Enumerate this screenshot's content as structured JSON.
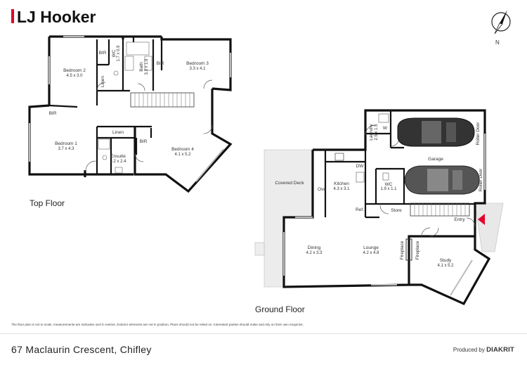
{
  "brand": {
    "logo_text": "LJ Hooker",
    "color": "#e4002b"
  },
  "compass": {
    "label": "N"
  },
  "floors": [
    {
      "name": "Top Floor"
    },
    {
      "name": "Ground Floor"
    }
  ],
  "top_floor_rooms": [
    {
      "name": "Bedroom 2",
      "dim": "4.5 x 3.0"
    },
    {
      "name": "Bedroom 3",
      "dim": "3.3 x 4.1"
    },
    {
      "name": "Bath",
      "dim": "3.3 x 1.9"
    },
    {
      "name": "WC",
      "dim": "1.7 x 0.9"
    },
    {
      "name": "Bedroom 1",
      "dim": "3.7 x 4.3"
    },
    {
      "name": "Ensuite",
      "dim": "2.2 x 2.4"
    },
    {
      "name": "Bedroom 4",
      "dim": "4.1 x 5.2"
    }
  ],
  "top_floor_labels": [
    "BIR",
    "BIR",
    "Linen",
    "BIR",
    "Linen",
    "BIR"
  ],
  "ground_floor_rooms": [
    {
      "name": "Kitchen",
      "dim": "4.3 x 3.1"
    },
    {
      "name": "Laundry",
      "dim": "2.5 x 1.5"
    },
    {
      "name": "Garage",
      "dim": ""
    },
    {
      "name": "WC",
      "dim": "1.9 x 1.1"
    },
    {
      "name": "Dining",
      "dim": "4.2 x 3.3"
    },
    {
      "name": "Lounge",
      "dim": "4.2 x 4.8"
    },
    {
      "name": "Study",
      "dim": "4.1 x 5.2"
    }
  ],
  "ground_floor_labels": {
    "covered_deck": "Covered Deck",
    "ovn": "Ovn",
    "dw": "DW",
    "ref": "Ref.",
    "w": "W",
    "store": "Store",
    "entry": "Entry",
    "roller_door_1": "Roller Door",
    "roller_door_2": "Roller Door",
    "fireplace_1": "Fireplace",
    "fireplace_2": "Fireplace"
  },
  "disclaimer": "The floor plan is not to scale, measurements are indicative and in metres. Exterior elements are not in position. Plans should not be relied on. Interested parties should make and rely on their own enquiries.",
  "footer": {
    "address": "67 Maclaurin Crescent, Chifley",
    "produced_by": "Produced by",
    "producer": "DIAKRIT"
  }
}
